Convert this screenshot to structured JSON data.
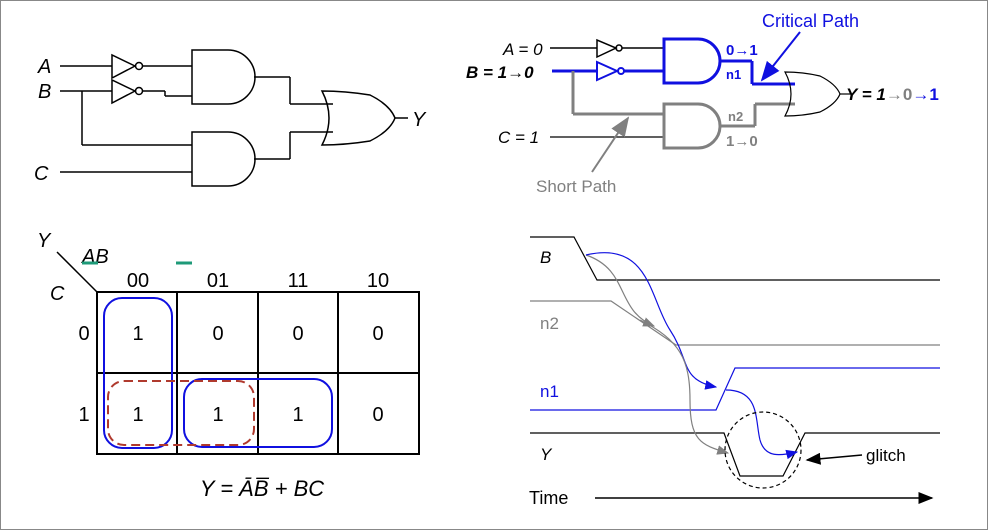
{
  "colors": {
    "black": "#000000",
    "blue": "#1010e0",
    "gray": "#808080",
    "red_dashed": "#b03a2e",
    "teal": "#1e9a78"
  },
  "circuit_left": {
    "input_a": "A",
    "input_b": "B",
    "input_c": "C",
    "output": "Y"
  },
  "circuit_right": {
    "critical_path_label": "Critical Path",
    "short_path_label": "Short Path",
    "input_a": "A = 0",
    "input_b": "B = 1→0",
    "input_c": "C = 1",
    "n1_label": "n1",
    "n2_label": "n2",
    "n1_transition": "0→1",
    "n2_transition": "1→0",
    "output_prefix": "Y = 1",
    "output_mid": "→0",
    "output_end": "→1"
  },
  "kmap": {
    "corner_top": "Y",
    "corner_ab": "AB",
    "corner_c": "C",
    "col_headers": [
      "00",
      "01",
      "11",
      "10"
    ],
    "row_headers": [
      "0",
      "1"
    ],
    "rows": [
      [
        "1",
        "0",
        "0",
        "0"
      ],
      [
        "1",
        "1",
        "1",
        "0"
      ]
    ],
    "equation": "Y = ĀB̅ + BC"
  },
  "timing": {
    "signals": [
      "B",
      "n2",
      "n1",
      "Y"
    ],
    "glitch_label": "glitch",
    "time_label": "Time"
  }
}
